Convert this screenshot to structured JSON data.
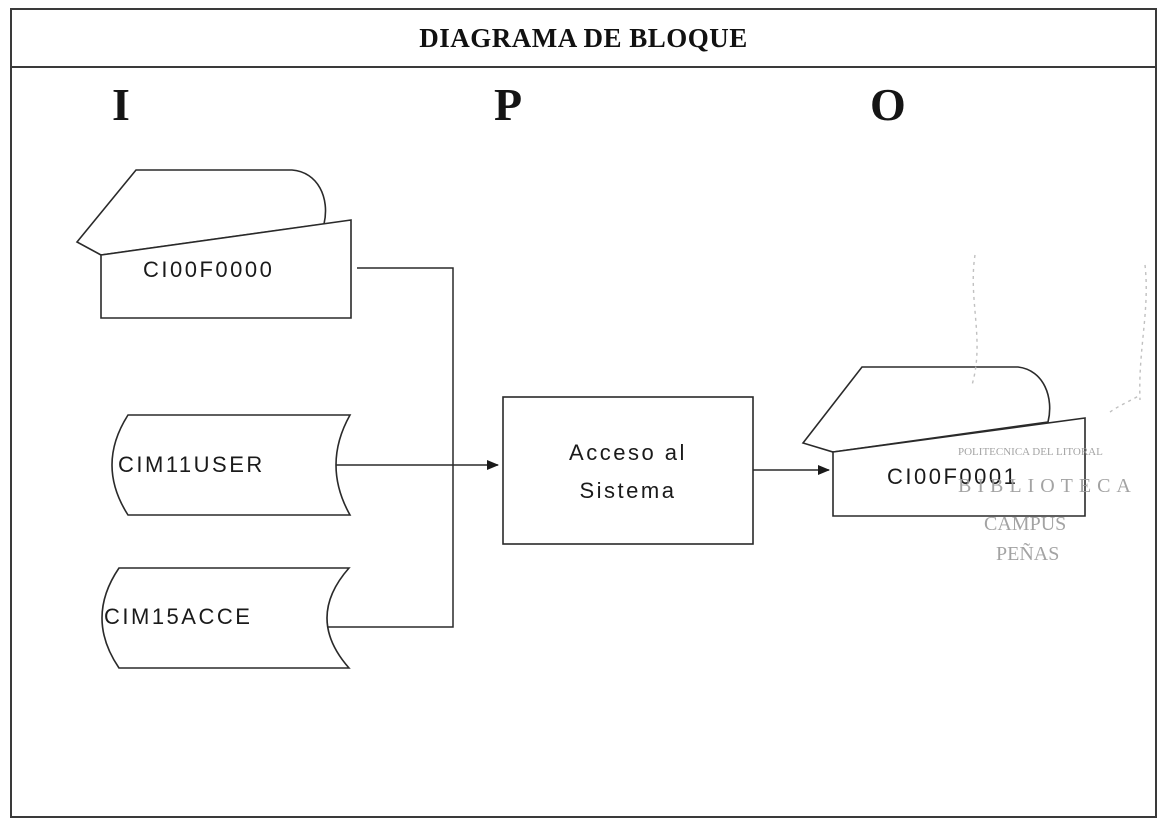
{
  "title": "DIAGRAMA DE BLOQUE",
  "columns": {
    "input": "I",
    "process": "P",
    "output": "O"
  },
  "inputs": {
    "document_file": "CI00F0000",
    "storage_user": "CIM11USER",
    "storage_access": "CIM15ACCE"
  },
  "process": {
    "line1": "Acceso al",
    "line2": "Sistema"
  },
  "output": {
    "document_file": "CI00F0001"
  },
  "stamp": {
    "line1": "POLITECNICA DEL LITORAL",
    "line2": "BIBLIOTECA",
    "line3": "CAMPUS",
    "line4": "PEÑAS"
  }
}
